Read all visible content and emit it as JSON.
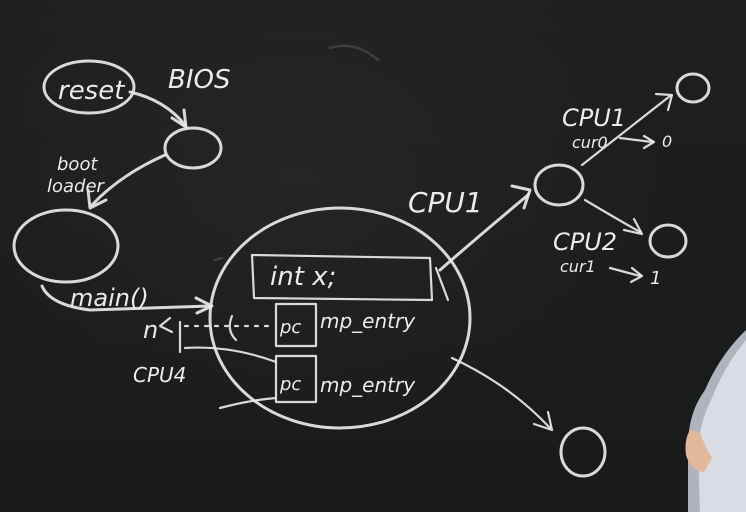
{
  "board": {
    "reset": "reset",
    "bios": "BIOS",
    "boot_loader_line1": "boot",
    "boot_loader_line2": "loader",
    "main": "main()",
    "int_x": "int x;",
    "n": "n",
    "cpu4": "CPU4",
    "pc_top": "pc",
    "pc_bottom": "pc",
    "mp_entry_top": "mp_entry",
    "mp_entry_bottom": "mp_entry",
    "cpu1_mid": "CPU1",
    "cpu1_top": "CPU1",
    "cur0": "cur0",
    "zero": "0",
    "cpu2": "CPU2",
    "cur1": "cur1",
    "one": "1"
  },
  "colors": {
    "board": "#1b1c1c",
    "chalk": "#e9e9e6",
    "sleeve": "#d9dde3"
  }
}
